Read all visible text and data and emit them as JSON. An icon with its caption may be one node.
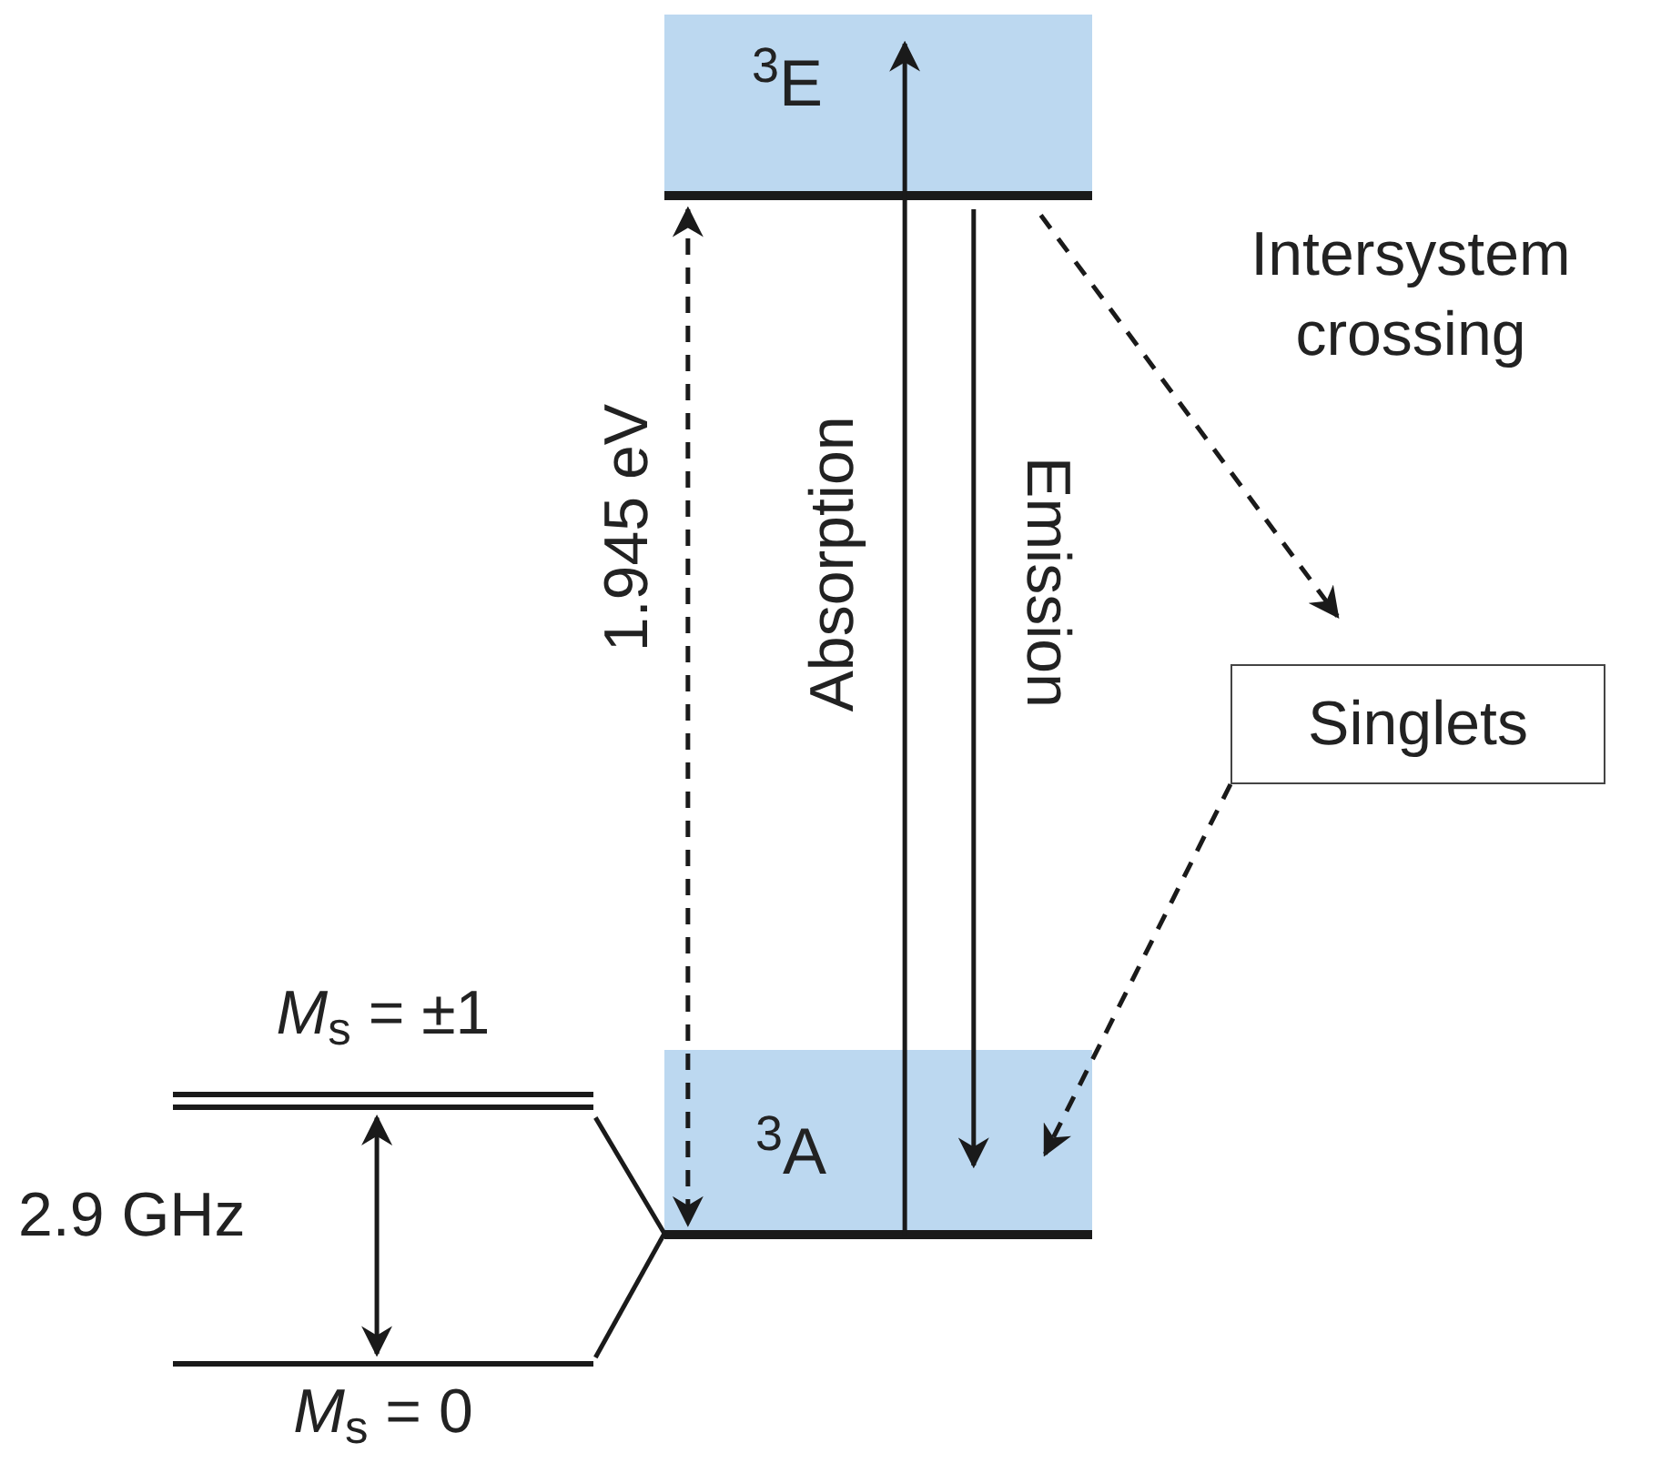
{
  "diagram": {
    "nodes": [
      {
        "text": [
          "$^{3}$E"
        ]
      },
      {
        "text": [
          "$^{3}$A"
        ]
      },
      {
        "text": [
          "Singlets"
        ]
      },
      {
        "text": [
          "*M*$_{s}$ = ±1"
        ]
      },
      {
        "text": [
          "*M*$_{s}$ = 0"
        ]
      }
    ],
    "edges": [
      {
        "from": 0,
        "to": 1,
        "arrow": "both",
        "style": "dashed",
        "label": "1.945 eV"
      },
      {
        "from": 1,
        "to": 0,
        "arrow": "to",
        "label": "Absorption"
      },
      {
        "from": 0,
        "to": 1,
        "arrow": "to",
        "label": "Emission"
      },
      {
        "from": 0,
        "to": 2,
        "arrow": "to",
        "style": "dashed",
        "label": "Intersystem crossing"
      },
      {
        "from": 2,
        "to": 1,
        "arrow": "to",
        "style": "dashed"
      },
      {
        "from": 3,
        "to": 4,
        "arrow": "both",
        "label": "2.9 GHz"
      },
      {
        "from": 3,
        "to": 1,
        "arrow": "none"
      },
      {
        "from": 4,
        "to": 1,
        "arrow": "none"
      }
    ]
  }
}
